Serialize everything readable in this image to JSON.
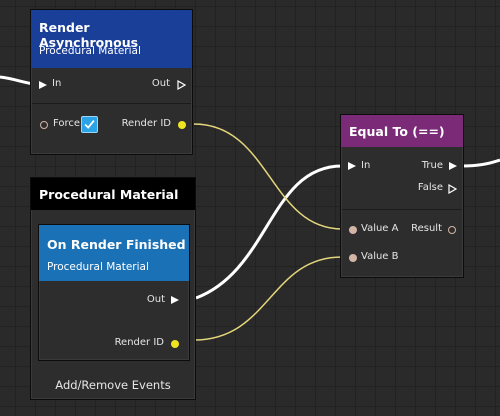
{
  "colors": {
    "exec_wire": "#ffffff",
    "data_wire": "#e3d57a",
    "render_header": "#1a3f99",
    "event_header": "#1b71b6",
    "equal_header": "#7a2a77",
    "group_header": "#000000",
    "id_pin": "#f0e324",
    "value_pin": "#d3b5a5"
  },
  "render_node": {
    "title": "Render Asynchronous",
    "subtitle": "Procedural Material",
    "in_label": "In",
    "out_label": "Out",
    "force_label": "Force",
    "force_checked": true,
    "render_id_label": "Render ID"
  },
  "group_node": {
    "title": "Procedural Material",
    "add_remove_label": "Add/Remove Events"
  },
  "event_node": {
    "title": "On Render Finished",
    "subtitle": "Procedural Material",
    "out_label": "Out",
    "render_id_label": "Render ID"
  },
  "equal_node": {
    "title": "Equal To (==)",
    "in_label": "In",
    "true_label": "True",
    "false_label": "False",
    "value_a_label": "Value A",
    "value_b_label": "Value B",
    "result_label": "Result"
  }
}
